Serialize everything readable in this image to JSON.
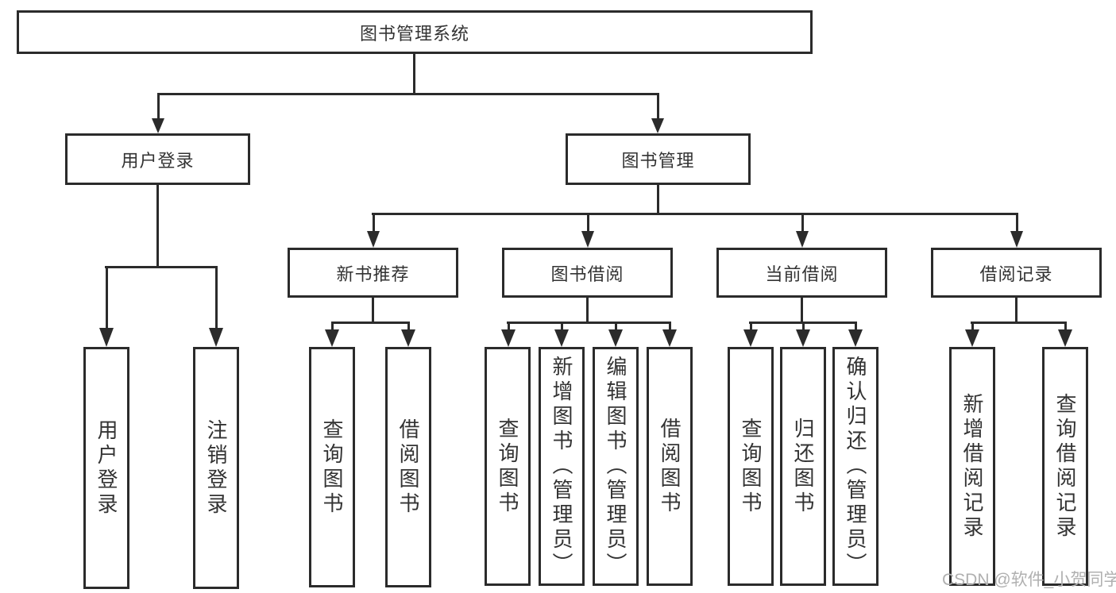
{
  "diagram": {
    "root": "图书管理系统",
    "level2": [
      "用户登录",
      "图书管理"
    ],
    "level3": [
      "新书推荐",
      "图书借阅",
      "当前借阅",
      "借阅记录"
    ],
    "leaves": {
      "user_login": [
        "用户登录",
        "注销登录"
      ],
      "new_books": [
        "查询图书",
        "借阅图书"
      ],
      "book_borrow": [
        "查询图书",
        "新增图书（管理员）",
        "编辑图书（管理员）",
        "借阅图书"
      ],
      "current_borrow": [
        "查询图书",
        "归还图书",
        "确认归还（管理员）"
      ],
      "borrow_records": [
        "新增借阅记录",
        "查询借阅记录"
      ]
    }
  },
  "watermark": "CSDN @软件_小贺同学",
  "colors": {
    "line": "#2b2b2b",
    "text": "#333333",
    "watermark": "#b0b0b0",
    "background": "#ffffff"
  }
}
